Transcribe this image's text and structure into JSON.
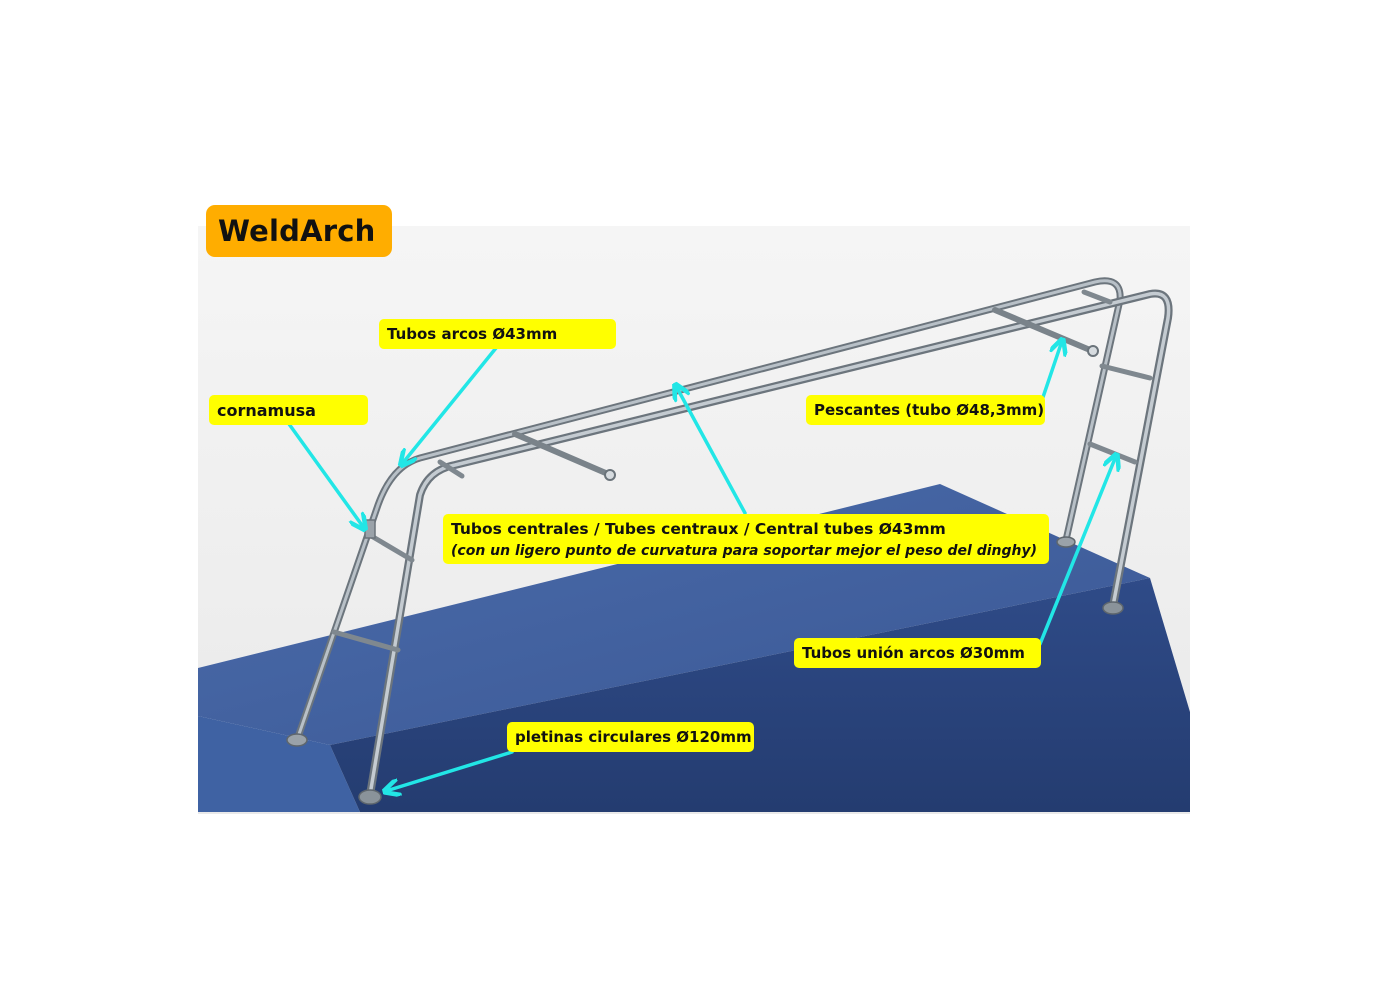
{
  "brand": {
    "name": "WeldArch",
    "color": "#ffad00"
  },
  "callouts": {
    "tubos_arcos": "Tubos arcos Ø43mm",
    "cornamusa": "cornamusa",
    "pescantes": "Pescantes (tubo Ø48,3mm)",
    "tubos_centrales": "Tubos centrales / Tubes centraux / Central tubes Ø43mm",
    "tubos_centrales_note": "(con un ligero punto de curvatura para soportar mejor el peso del dinghy)",
    "tubos_union": "Tubos unión arcos Ø30mm",
    "pletinas": "pletinas circulares Ø120mm"
  },
  "colors": {
    "callout_bg": "#ffff00",
    "arrow": "#22e6e6",
    "base_top": "#3d5e9c",
    "base_front": "#2c4680",
    "tube": "#8f98a0"
  }
}
